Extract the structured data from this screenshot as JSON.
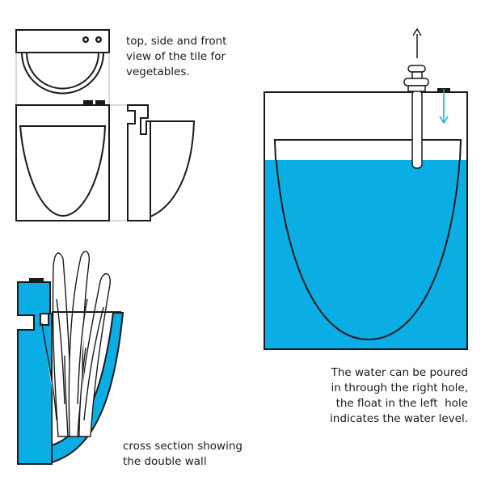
{
  "captions": {
    "views": [
      "top, side and front",
      "view of the tile for",
      "vegetables."
    ],
    "section": [
      "cross section showing",
      "the double wall"
    ],
    "water": [
      "The water can be poured",
      "in through the right hole,",
      "the float in the left  hole",
      "indicates the water level."
    ]
  },
  "colors": {
    "water": "#0aaee4",
    "outline": "#1a1a1a",
    "guide": "#b4b4b4",
    "arrow_down": "#0aaee4",
    "arrow_up": "#1a1a1a"
  },
  "icons": {
    "arrow_up": "up-arrow-icon",
    "arrow_down": "down-arrow-icon"
  }
}
